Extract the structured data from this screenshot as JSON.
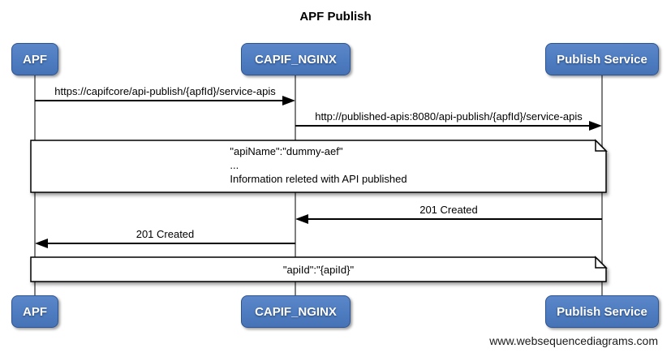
{
  "diagram": {
    "title": "APF Publish",
    "watermark": "www.websequencediagrams.com"
  },
  "actors": [
    {
      "id": "apf",
      "label": "APF"
    },
    {
      "id": "capif_nginx",
      "label": "CAPIF_NGINX"
    },
    {
      "id": "publish_service",
      "label": "Publish Service"
    }
  ],
  "messages": [
    {
      "from": "APF",
      "to": "CAPIF_NGINX",
      "direction": "right",
      "label": "https://capifcore/api-publish/{apfId}/service-apis"
    },
    {
      "from": "CAPIF_NGINX",
      "to": "Publish Service",
      "direction": "right",
      "label": "http://published-apis:8080/api-publish/{apfId}/service-apis"
    },
    {
      "from": "Publish Service",
      "to": "CAPIF_NGINX",
      "direction": "left",
      "label": "201 Created"
    },
    {
      "from": "CAPIF_NGINX",
      "to": "APF",
      "direction": "left",
      "label": "201 Created"
    }
  ],
  "notes": [
    {
      "over": "all",
      "lines": [
        "\"apiName\":\"dummy-aef\"",
        "...",
        "Information releted with API published"
      ]
    },
    {
      "over": "all",
      "lines": [
        "\"apiId\":\"{apiId}\""
      ]
    }
  ],
  "colors": {
    "actor_fill": "#4e7cc0",
    "actor_border": "#2d5391",
    "actor_text": "#ffffff",
    "lifeline": "#7f7f7f",
    "arrow": "#000000",
    "note_fill": "#ffffff",
    "note_border": "#000000",
    "text": "#000000",
    "watermark_text": "#1a1a1a"
  }
}
